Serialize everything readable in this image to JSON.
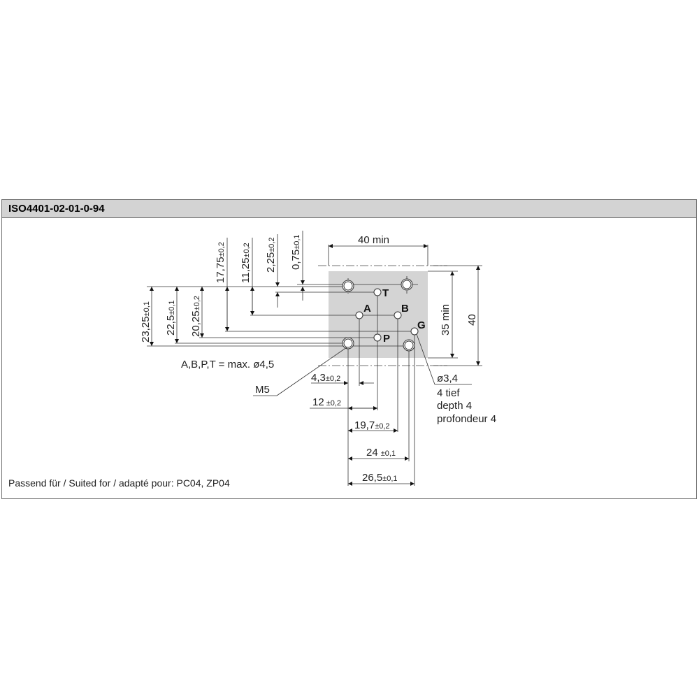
{
  "header": {
    "title": "ISO4401-02-01-0-94"
  },
  "dimensions": {
    "width_min": "40 min",
    "height_min": "35 min",
    "height": "40",
    "v1": {
      "value": "23,25",
      "tol": "±0,1"
    },
    "v2": {
      "value": "22,5",
      "tol": "±0,1"
    },
    "v3": {
      "value": "20,25",
      "tol": "±0,2"
    },
    "v4": {
      "value": "17,75",
      "tol": "±0,2"
    },
    "v5": {
      "value": "11,25",
      "tol": "±0,2"
    },
    "v6": {
      "value": "2,25",
      "tol": "±0,2"
    },
    "v7": {
      "value": "0,75",
      "tol": "±0,1"
    },
    "h1": {
      "value": "4,3",
      "tol": "±0,2"
    },
    "h2": {
      "value": "12",
      "tol": "±0,2"
    },
    "h3": {
      "value": "19,7",
      "tol": "±0,2"
    },
    "h4": {
      "value": "24",
      "tol": "±0,1"
    },
    "h5": {
      "value": "26,5",
      "tol": "±0,1"
    }
  },
  "ports": {
    "T": "T",
    "A": "A",
    "B": "B",
    "G": "G",
    "P": "P"
  },
  "notes": {
    "port_size": "A,B,P,T = max. ø4,5",
    "thread": "M5",
    "g_hole_dia": "ø3,4",
    "g_depth_de": "4 tief",
    "g_depth_en": "depth 4",
    "g_depth_fr": "profondeur 4"
  },
  "footer": {
    "suited_for": "Passend für / Suited for / adapté pour:   PC04, ZP04"
  }
}
